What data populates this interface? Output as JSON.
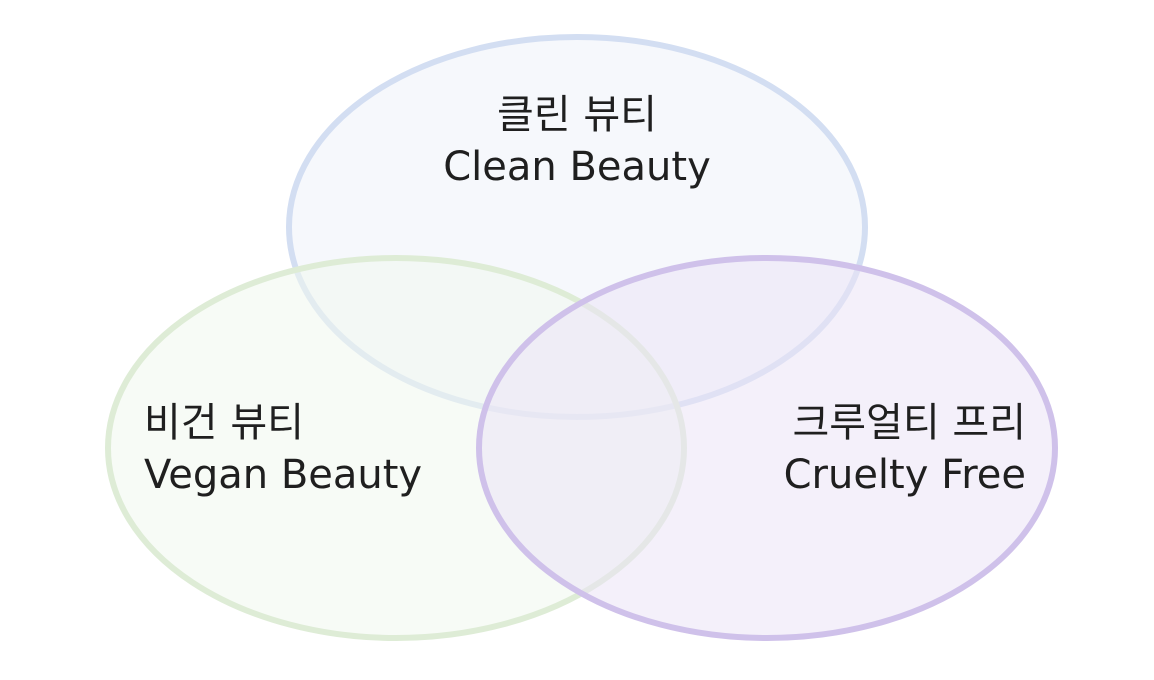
{
  "diagram": {
    "type": "venn",
    "sets": [
      {
        "id": "clean",
        "label_ko": "클린 뷰티",
        "label_en": "Clean Beauty",
        "fill": "#eef3fa",
        "stroke": "#d3def2"
      },
      {
        "id": "vegan",
        "label_ko": "비건 뷰티",
        "label_en": "Vegan Beauty",
        "fill": "#f1f8ee",
        "stroke": "#deecd6"
      },
      {
        "id": "cruelty",
        "label_ko": "크루얼티 프리",
        "label_en": "Cruelty Free",
        "fill": "#ebe4f6",
        "stroke": "#cfc1ea"
      }
    ],
    "text_color": "#1f1f1f",
    "background": "#ffffff"
  }
}
